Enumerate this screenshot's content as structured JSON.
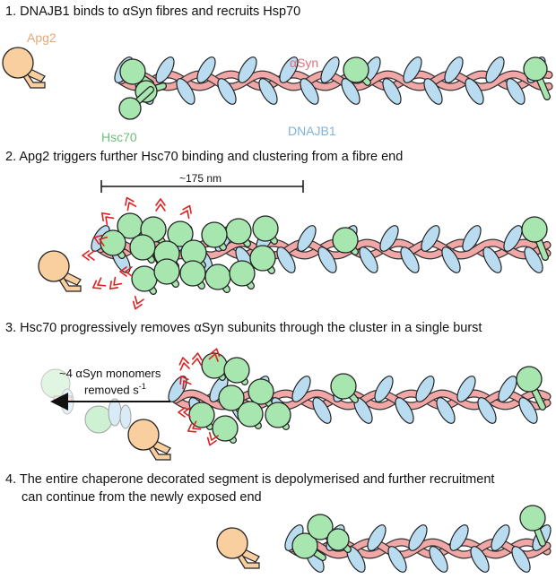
{
  "steps": [
    {
      "number": "1.",
      "text": "DNAJB1 binds to αSyn fibres and recruits Hsp70"
    },
    {
      "number": "2.",
      "text": "Apg2 triggers further Hsc70 binding and clustering from a fibre end"
    },
    {
      "number": "3.",
      "text": "Hsc70 progressively removes αSyn subunits through the cluster in a single burst"
    },
    {
      "number": "4.",
      "text": "The entire chaperone decorated segment is depolymerised and further recruitment",
      "text2": "can continue from the newly exposed end"
    }
  ],
  "labels": {
    "apg2": "Apg2",
    "asyn": "αSyn",
    "hsc70": "Hsc70",
    "dnajb1": "DNAJB1",
    "scale": "~175 nm",
    "rate_line1": "~4 αSyn monomers",
    "rate_line2": "removed s",
    "rate_exp": "-1"
  },
  "colors": {
    "fibre": "#f2a7a7",
    "dnajb1": "#b9dcf0",
    "hsc70": "#a8e6b0",
    "apg2": "#f9cfa0",
    "arrow_red": "#e02020",
    "label_apg2": "#e8a878",
    "label_asyn": "#e07080",
    "label_hsc70": "#6cbf7a",
    "label_dnajb1": "#7fb4d8"
  }
}
